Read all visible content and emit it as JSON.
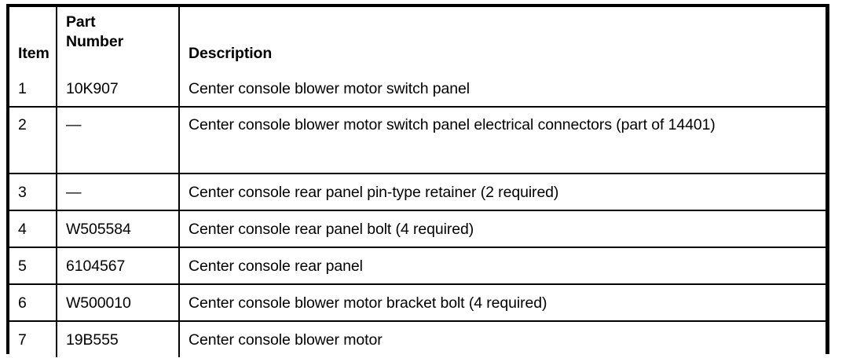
{
  "table": {
    "columns": [
      {
        "key": "item",
        "label": "Item"
      },
      {
        "key": "part_number",
        "label": "Part\nNumber"
      },
      {
        "key": "description",
        "label": "Description"
      }
    ],
    "rows": [
      {
        "item": "1",
        "part_number": "10K907",
        "description": "Center console blower motor switch panel"
      },
      {
        "item": "2",
        "part_number": "—",
        "description": "Center console blower motor switch panel electrical connectors (part of 14401)"
      },
      {
        "item": "3",
        "part_number": "—",
        "description": "Center console rear panel pin-type retainer (2 required)"
      },
      {
        "item": "4",
        "part_number": "W505584",
        "description": "Center console rear panel bolt (4 required)"
      },
      {
        "item": "5",
        "part_number": "6104567",
        "description": "Center console rear panel"
      },
      {
        "item": "6",
        "part_number": "W500010",
        "description": "Center console blower motor bracket bolt (4 required)"
      },
      {
        "item": "7",
        "part_number": "19B555",
        "description": "Center console blower motor"
      }
    ]
  },
  "colors": {
    "background": "#ffffff",
    "border": "#000000",
    "text": "#000000"
  }
}
